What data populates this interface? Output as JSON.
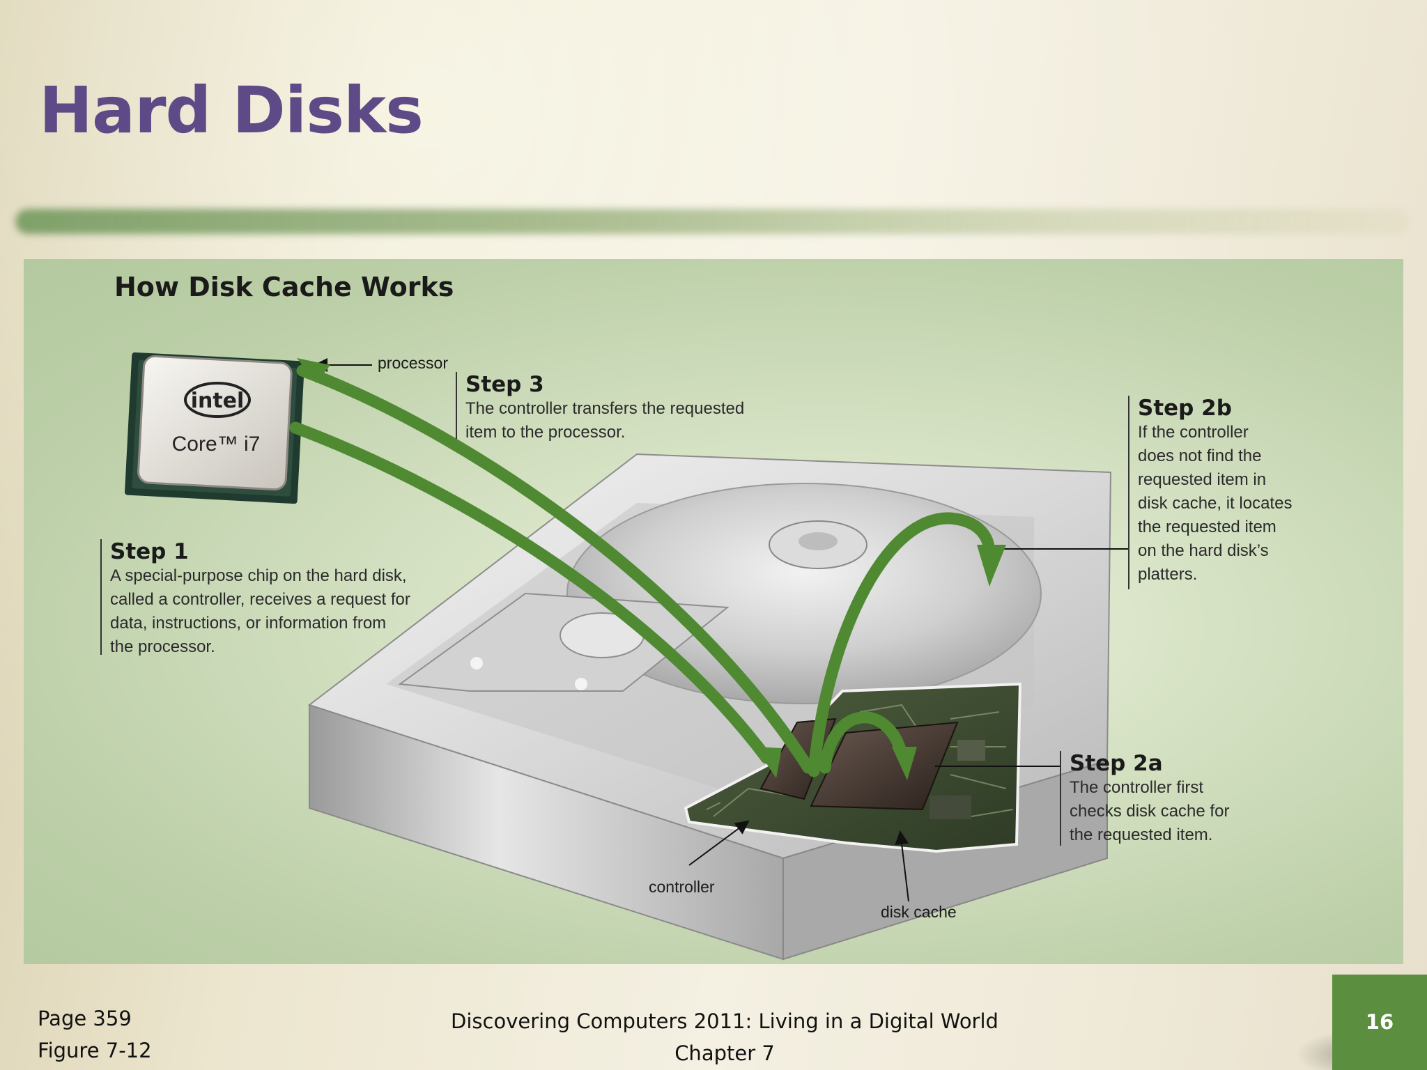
{
  "slide": {
    "title": "Hard Disks",
    "page_number": "16",
    "accent_color": "#5b8e3e",
    "title_color": "#5e4a86"
  },
  "figure": {
    "title": "How Disk Cache Works",
    "steps": [
      {
        "id": "step-1",
        "title": "Step 1",
        "text": [
          "A special-purpose chip on the hard disk,",
          "called a controller, receives a request for",
          "data, instructions, or information from",
          "the processor."
        ]
      },
      {
        "id": "step-2a",
        "title": "Step 2a",
        "text": [
          "The controller first",
          "checks disk cache for",
          "the requested item."
        ]
      },
      {
        "id": "step-2b",
        "title": "Step 2b",
        "text": [
          "If the controller",
          "does not find the",
          "requested item in",
          "disk cache, it locates",
          "the requested item",
          "on the hard disk’s",
          "platters."
        ]
      },
      {
        "id": "step-3",
        "title": "Step 3",
        "text": [
          "The controller transfers the requested",
          "item to the processor."
        ]
      }
    ],
    "callouts": {
      "processor": "processor",
      "controller": "controller",
      "disk_cache": "disk cache"
    },
    "chip_brand": "intel",
    "chip_model": "Core™ i7",
    "arrow_color": "#4f8a32"
  },
  "footer": {
    "left_line1": "Page 359",
    "left_line2": "Figure 7-12",
    "center_line1": "Discovering Computers 2011: Living in a Digital World",
    "center_line2": "Chapter 7"
  }
}
